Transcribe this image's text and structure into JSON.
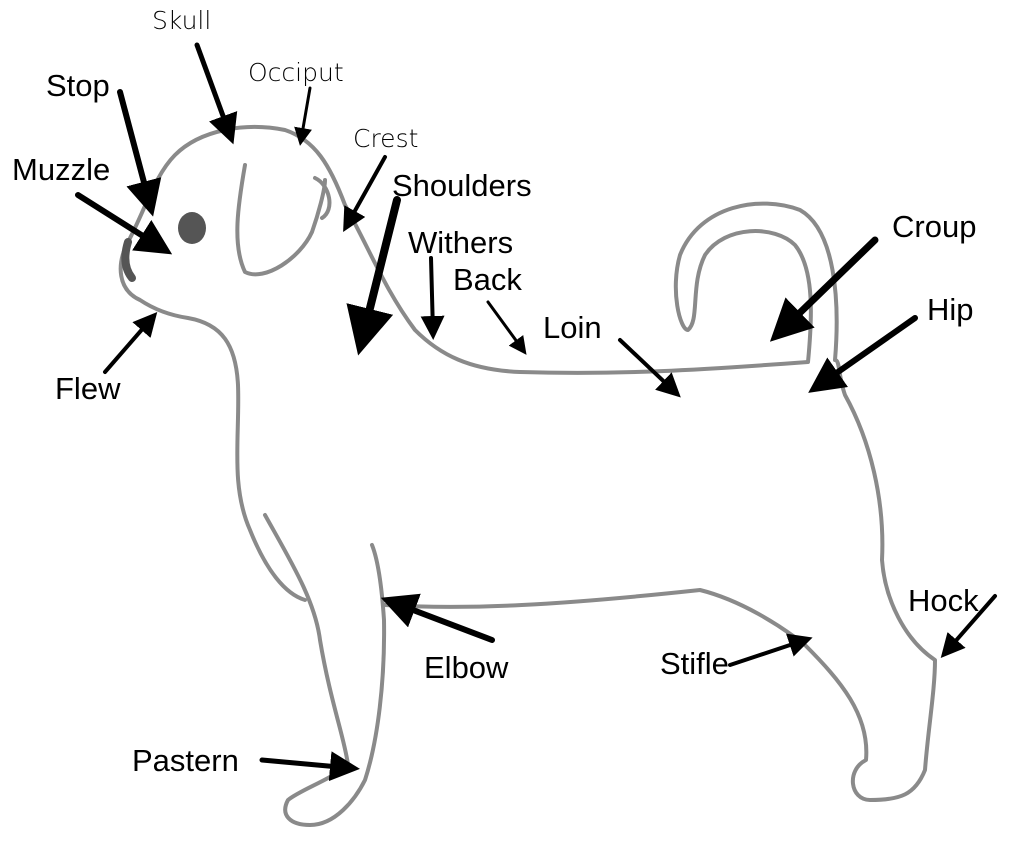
{
  "title": "Dog anatomy diagram",
  "colors": {
    "outline": "#8a8a8a",
    "arrow": "#000000",
    "eye": "#555555"
  },
  "labels": {
    "skull": "Skull",
    "occiput": "Occiput",
    "stop": "Stop",
    "crest": "Crest",
    "muzzle": "Muzzle",
    "shoulders": "Shoulders",
    "withers": "Withers",
    "back": "Back",
    "loin": "Loin",
    "croup": "Croup",
    "hip": "Hip",
    "flew": "Flew",
    "elbow": "Elbow",
    "stifle": "Stifle",
    "hock": "Hock",
    "pastern": "Pastern"
  }
}
